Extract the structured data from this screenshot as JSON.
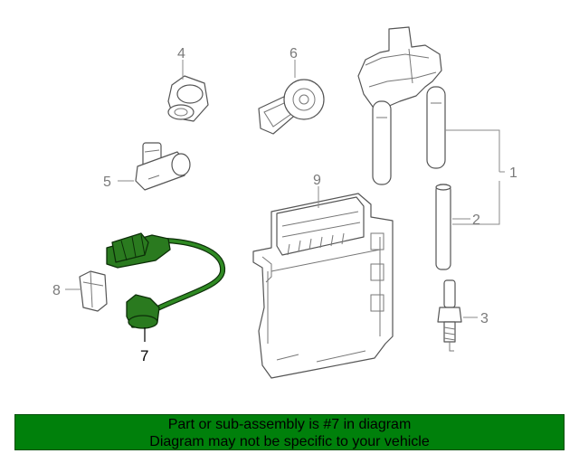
{
  "diagram": {
    "callouts": [
      {
        "id": "1",
        "label": "1"
      },
      {
        "id": "2",
        "label": "2"
      },
      {
        "id": "3",
        "label": "3"
      },
      {
        "id": "4",
        "label": "4"
      },
      {
        "id": "5",
        "label": "5"
      },
      {
        "id": "6",
        "label": "6"
      },
      {
        "id": "7",
        "label": "7",
        "highlighted": true
      },
      {
        "id": "8",
        "label": "8"
      },
      {
        "id": "9",
        "label": "9"
      }
    ],
    "highlight_color": "#2a7a1f",
    "line_color": "#555555"
  },
  "banner": {
    "line1": "Part or sub-assembly is #7 in diagram",
    "line2": "Diagram may not be specific to your vehicle",
    "background": "#00800b"
  }
}
